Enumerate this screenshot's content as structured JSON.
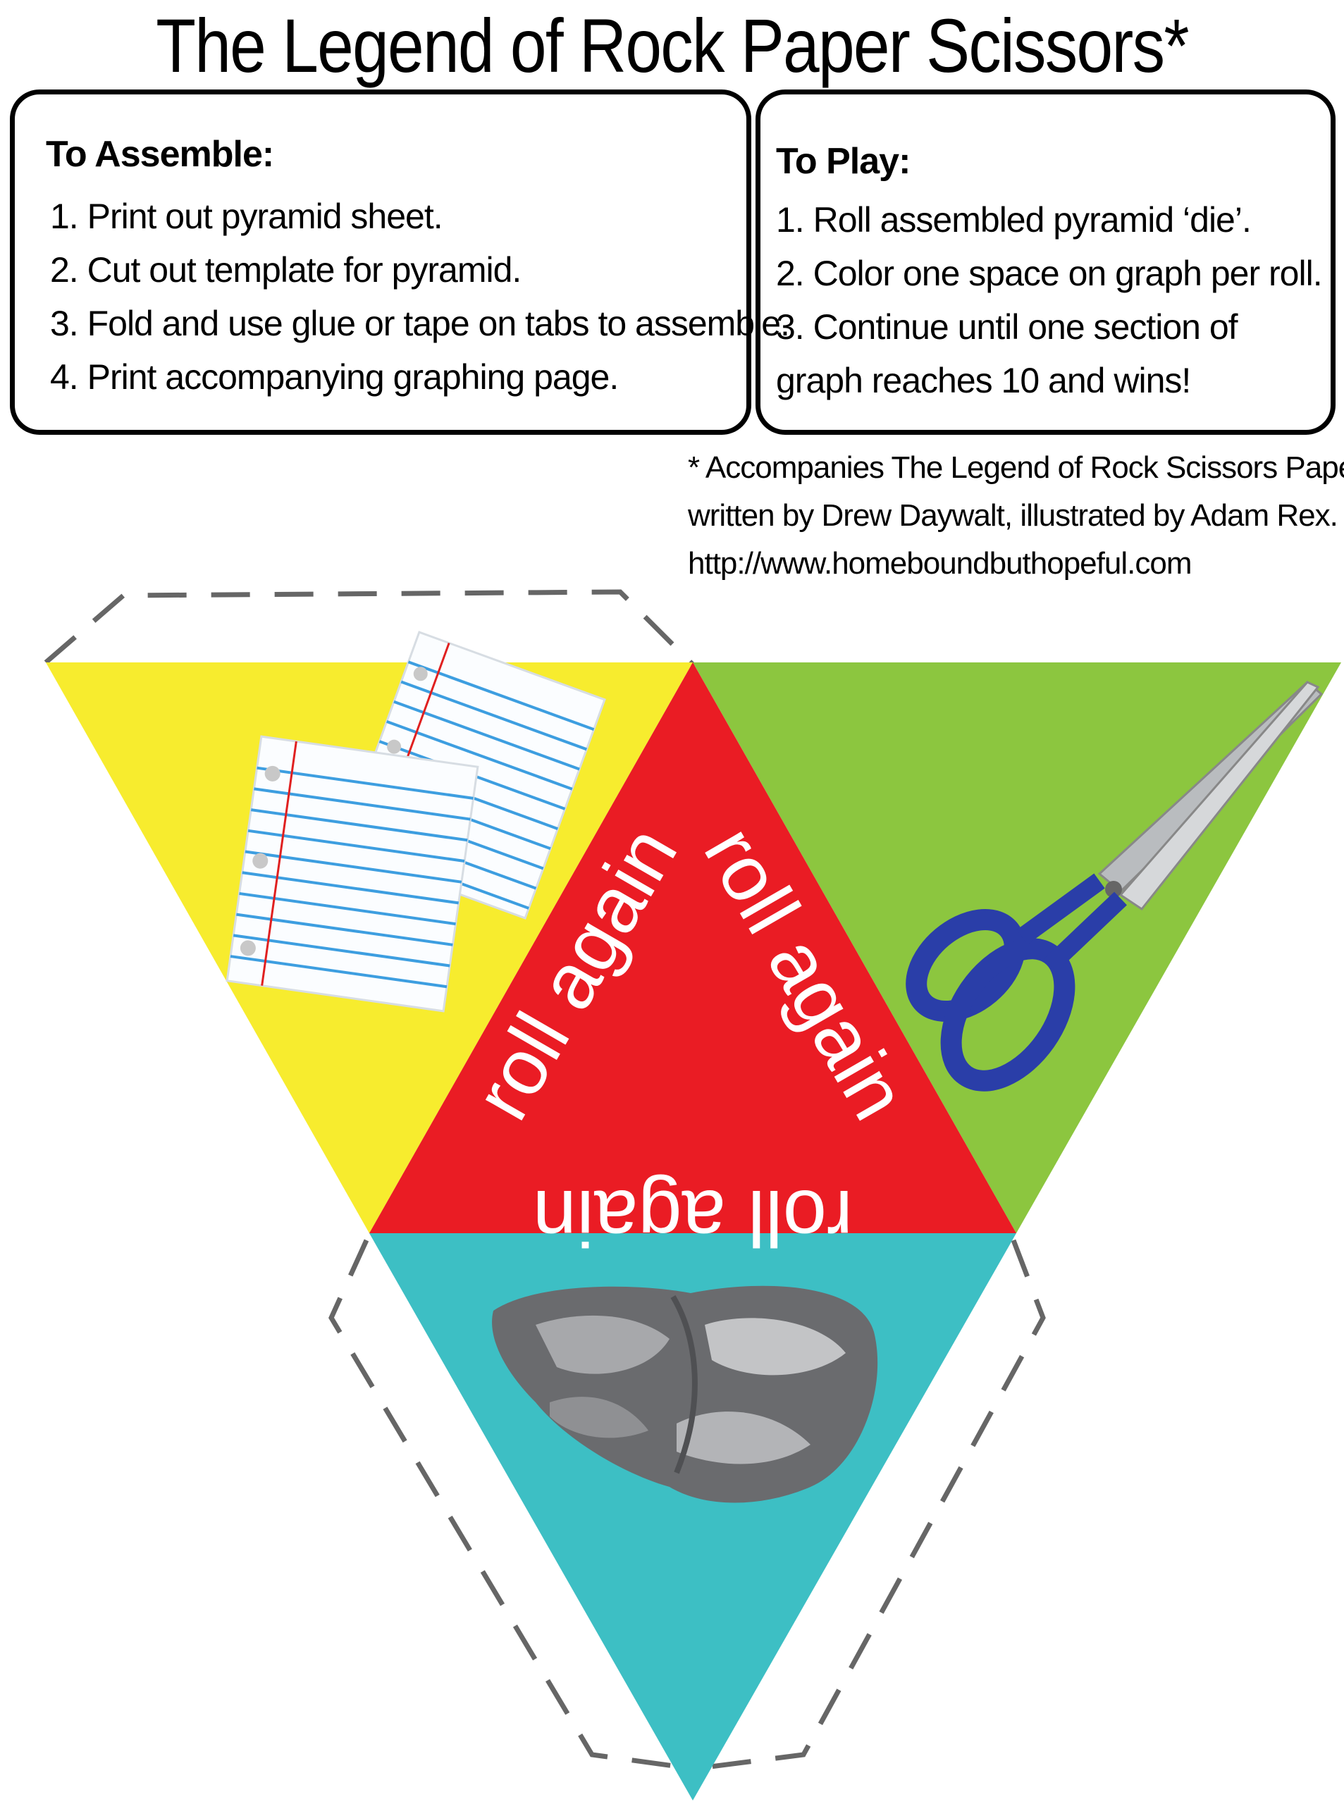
{
  "title": "The Legend of Rock Paper Scissors*",
  "assemble": {
    "heading": "To Assemble:",
    "steps": [
      "1. Print out pyramid sheet.",
      "2. Cut out template for pyramid.",
      "3. Fold and use glue or tape on tabs to assemble.",
      "4. Print accompanying graphing page."
    ]
  },
  "play": {
    "heading": "To Play:",
    "steps": [
      "1. Roll assembled pyramid ‘die’.",
      "2. Color one space on graph per roll.",
      "3. Continue until one section of graph reaches 10 and wins!"
    ]
  },
  "footnote": {
    "lines": [
      "* Accompanies The Legend of Rock Scissors Paper",
      "written by Drew Daywalt, illustrated by Adam Rex.",
      "http://www.homeboundbuthopeful.com"
    ]
  },
  "net": {
    "faces": [
      {
        "name": "paper",
        "color": "#f7ec2e",
        "icon": "notebook-paper-icon"
      },
      {
        "name": "center",
        "color": "#ea1c24",
        "label": "roll again"
      },
      {
        "name": "scissors",
        "color": "#8cc63f",
        "icon": "scissors-icon"
      },
      {
        "name": "rock",
        "color": "#3dbfc4",
        "icon": "rock-icon"
      }
    ],
    "center_labels": [
      "roll again",
      "roll again",
      "roll again"
    ]
  }
}
